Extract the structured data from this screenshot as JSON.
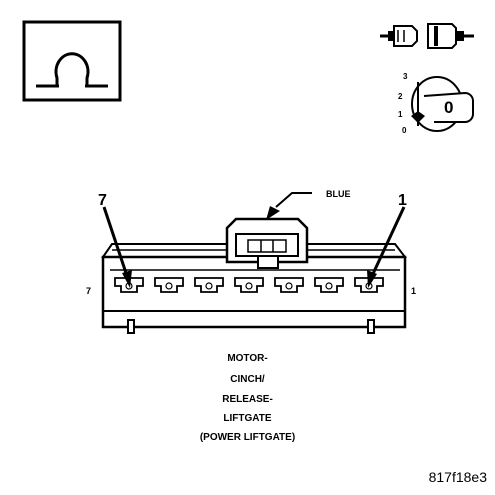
{
  "ohm_symbol": "Ω",
  "ignition_positions": [
    "3",
    "2",
    "1",
    "0"
  ],
  "key_position": "0",
  "wire_color_label": "BLUE",
  "pin_callouts": {
    "left": "7",
    "right": "1"
  },
  "connector_pins": {
    "first": "7",
    "last": "1",
    "count": 7
  },
  "caption_lines": [
    "MOTOR-",
    "CINCH/",
    "RELEASE-",
    "LIFTGATE",
    "(POWER LIFTGATE)"
  ],
  "figure_id": "817f18e3"
}
